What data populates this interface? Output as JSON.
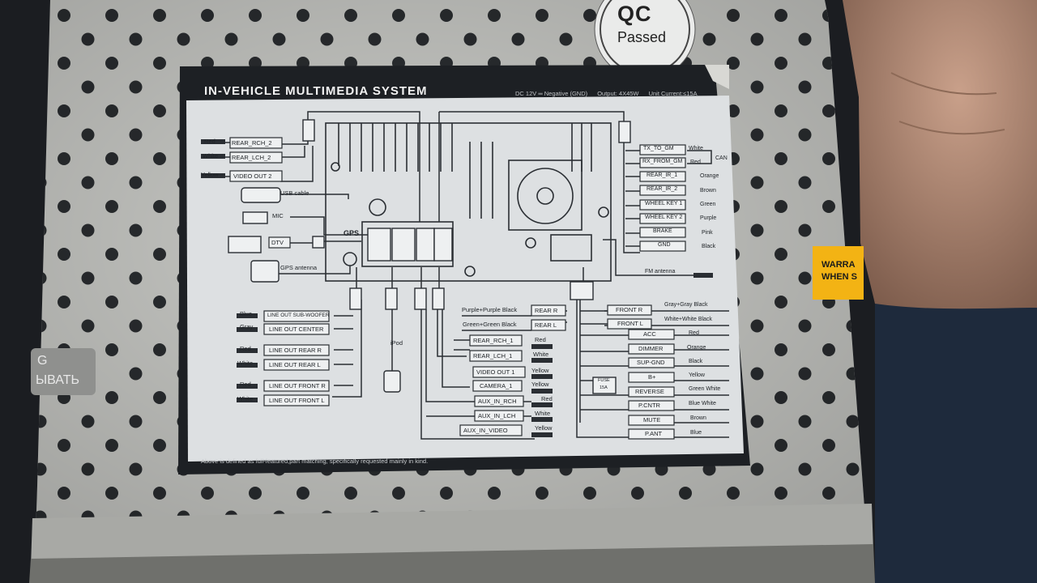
{
  "stickers": {
    "qc_line1": "QC",
    "qc_line2": "Passed",
    "warranty_line1": "WARRA",
    "warranty_line2": "WHEN S",
    "side_line1": "G",
    "side_line2": "ЫВАТЬ"
  },
  "label": {
    "title": "IN-VEHICLE MULTIMEDIA SYSTEM",
    "spec_power": "DC 12V",
    "spec_negative": "Negative (GND)",
    "spec_output": "Output: 4X45W",
    "spec_current": "Unit Current:≤15A",
    "footer": "Above is defined as full-featured,part matching, specifically requested mainly in kind."
  },
  "left_side": {
    "rear_rch2": "REAR_RCH_2",
    "rear_rch2_color": "Red",
    "rear_lch2": "REAR_LCH_2",
    "rear_lch2_color": "White",
    "video_out2": "VIDEO OUT 2",
    "video_out2_color": "Yellow",
    "usb": "USB cable",
    "mic": "MIC",
    "dtv": "DTV",
    "gps": "GPS",
    "gps_antenna": "GPS antenna",
    "subwoofer": "LINE OUT SUB-WOOFER",
    "subwoofer_color": "Blue",
    "line_center": "LINE OUT CENTER",
    "line_center_color": "Gray",
    "line_rear_r": "LINE OUT REAR R",
    "line_rear_r_color": "Red",
    "line_rear_l": "LINE OUT REAR L",
    "line_rear_l_color": "White",
    "line_front_r": "LINE OUT FRONT R",
    "line_front_r_color": "Red",
    "line_front_l": "LINE OUT FRONT L",
    "line_front_l_color": "White",
    "ipod": "iPod"
  },
  "center": {
    "rear_r": "REAR R",
    "rear_r_wire": "Purple+Purple Black",
    "rear_l": "REAR L",
    "rear_l_wire": "Green+Green Black",
    "rear_rch1": "REAR_RCH_1",
    "rear_rch1_color": "Red",
    "rear_lch1": "REAR_LCH_1",
    "rear_lch1_color": "White",
    "video_out1": "VIDEO OUT 1",
    "video_out1_color": "Yellow",
    "camera1": "CAMERA_1",
    "camera1_color": "Yellow",
    "aux_rch": "AUX_IN_RCH",
    "aux_rch_color": "Red",
    "aux_lch": "AUX_IN_LCH",
    "aux_lch_color": "White",
    "aux_video": "AUX_IN_VIDEO",
    "aux_video_color": "Yellow"
  },
  "right_side": {
    "tx_gm": "TX_TO_GM",
    "tx_gm_color": "White",
    "can": "CAN",
    "rx_gm": "RX_FROM_GM",
    "rx_gm_color": "Red",
    "rear_ir1": "REAR_IR_1",
    "rear_ir1_color": "Orange",
    "rear_ir2": "REAR_IR_2",
    "rear_ir2_color": "Brown",
    "wheel1": "WHEEL KEY 1",
    "wheel1_color": "Green",
    "wheel2": "WHEEL KEY 2",
    "wheel2_color": "Purple",
    "brake": "BRAKE",
    "brake_color": "Pink",
    "gnd": "GND",
    "gnd_color": "Black",
    "fm": "FM antenna",
    "front_r": "FRONT R",
    "front_r_color": "Gray+Gray Black",
    "front_l": "FRONT L",
    "front_l_color": "White+White Black",
    "acc": "ACC",
    "acc_color": "Red",
    "dimmer": "DIMMER",
    "dimmer_color": "Orange",
    "sup_gnd": "SUP-GND",
    "sup_gnd_color": "Black",
    "bplus": "B+",
    "bplus_color": "Yellow",
    "fuse": "FUSE",
    "fuse_rating": "15A",
    "reverse": "REVERSE",
    "reverse_color": "Green White",
    "pcntr": "P.CNTR",
    "pcntr_color": "Blue White",
    "mute": "MUTE",
    "mute_color": "Brown",
    "pant": "P.ANT",
    "pant_color": "Blue"
  },
  "colors": {
    "panel": "#c6c7c3",
    "label_border": "#1d2024",
    "label_paper": "#dde0e2",
    "ink": "#272b30",
    "warranty": "#f3b314"
  }
}
